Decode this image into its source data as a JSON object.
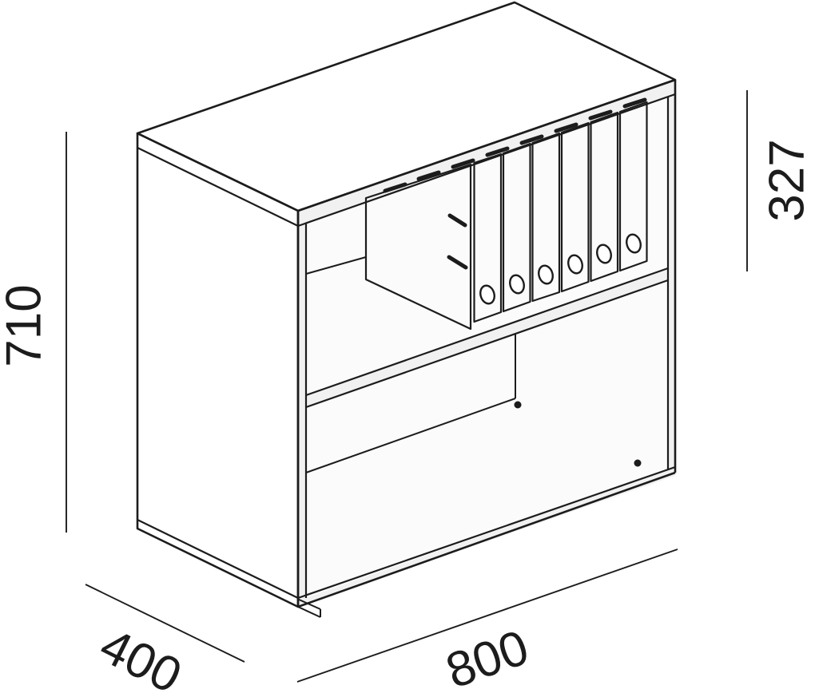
{
  "diagram": {
    "type": "isometric-furniture-dimension-drawing",
    "subject": "open shelf cabinet with ring binders",
    "labels": {
      "height": "710",
      "depth": "400",
      "width": "800",
      "top_compartment_height": "327"
    },
    "binders": {
      "count": 6
    },
    "colors": {
      "outline": "#1c1c1c",
      "top_face": "#ededed",
      "left_face": "#e9e9e9",
      "front_face": "#f1f1f1",
      "interior": "#fbfbfb",
      "binder_cover": "#c2c2c2",
      "binder_spine": "#cacaca",
      "dimension_text": "#1c1c1c",
      "background": "#ffffff"
    }
  }
}
